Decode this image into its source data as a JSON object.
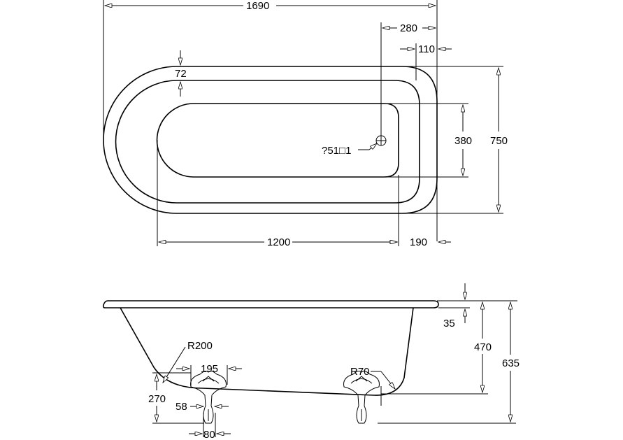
{
  "top_view": {
    "overall_length": "1690",
    "drain_offset": "280",
    "rim_end": "110",
    "rim_side": "72",
    "inner_width": "380",
    "overall_width": "750",
    "inner_length": "1200",
    "end_offset": "190",
    "drain_label": "?51□1"
  },
  "side_view": {
    "rim_thickness": "35",
    "depth": "470",
    "overall_height": "635",
    "radius_left": "R200",
    "radius_right": "R70",
    "foot_height": "270",
    "foot_width": "195",
    "leg_width": "58",
    "toe_width": "80"
  }
}
